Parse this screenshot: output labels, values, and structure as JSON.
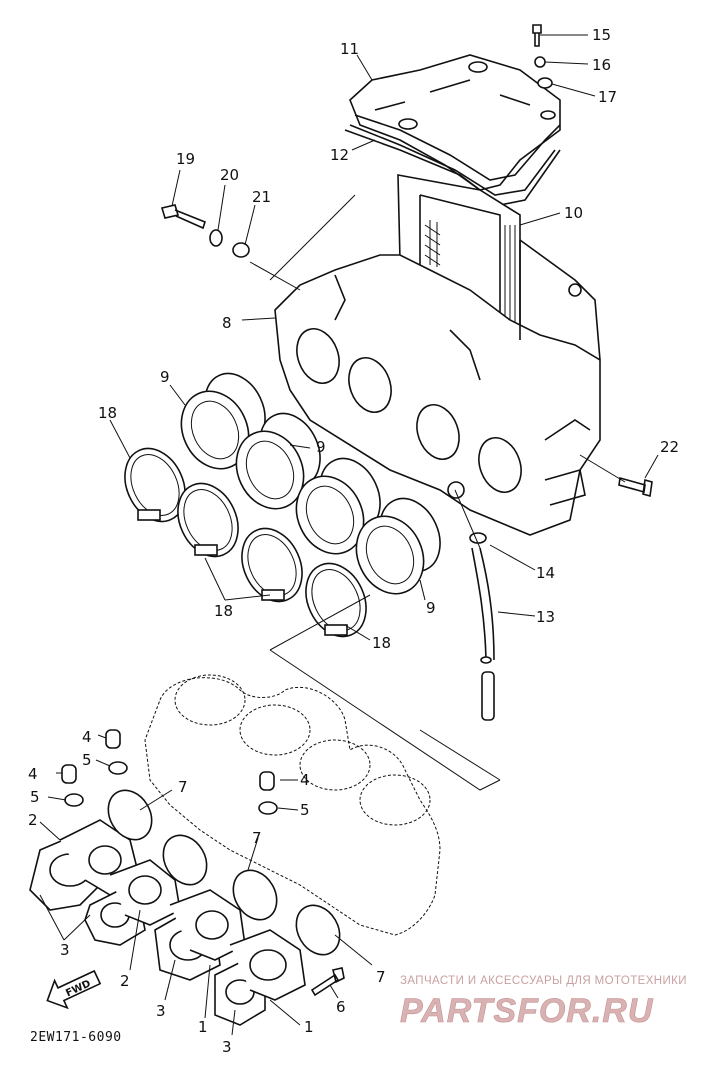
{
  "diagram": {
    "part_labels": [
      "1",
      "1",
      "2",
      "2",
      "3",
      "3",
      "3",
      "4",
      "4",
      "4",
      "5",
      "5",
      "5",
      "6",
      "7",
      "7",
      "7",
      "8",
      "9",
      "9",
      "9",
      "10",
      "11",
      "12",
      "13",
      "14",
      "15",
      "16",
      "17",
      "18",
      "18",
      "18",
      "19",
      "20",
      "21",
      "22"
    ],
    "fwd_label": "FWD",
    "catalog_code": "2EW171-6090"
  },
  "watermark": {
    "tagline": "ЗАПЧАСТИ И АКСЕССУАРЫ ДЛЯ МОТОТЕХНИКИ",
    "logo_text": "PARTSFOR.RU",
    "color": "#c9a0a0"
  }
}
